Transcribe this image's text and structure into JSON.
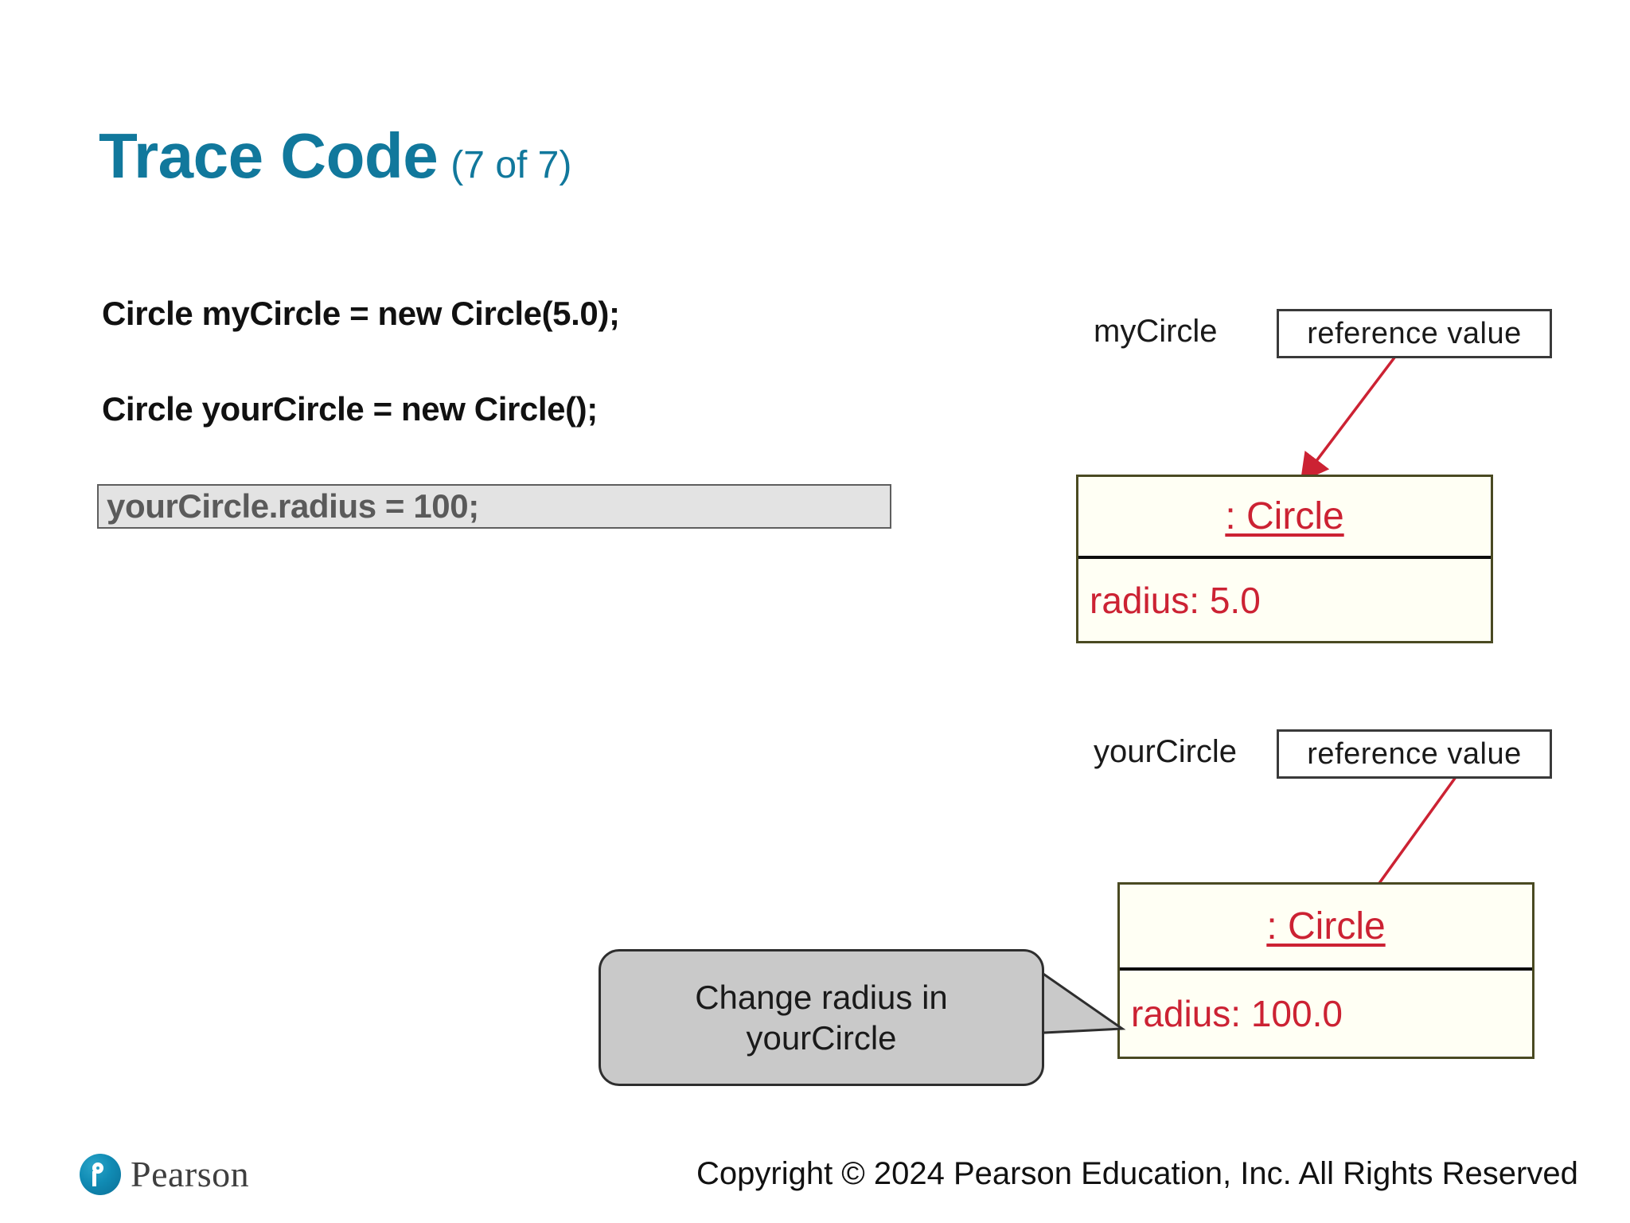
{
  "slide": {
    "title_main": "Trace Code",
    "title_sub": "(7 of 7)",
    "title_color": "#11789c"
  },
  "code": {
    "line1": "Circle myCircle = new Circle(5.0);",
    "line2": "Circle yourCircle = new Circle();",
    "line3_highlighted": "yourCircle.radius = 100;",
    "highlight_bg": "#e3e3e3",
    "highlight_border": "#5e5e5e",
    "highlight_text_color": "#5a5a5a"
  },
  "diagram": {
    "accent_red": "#cc2233",
    "object_border": "#4a4a22",
    "my": {
      "variable_label": "myCircle",
      "reference_box_text": "reference value",
      "object_title": ": Circle",
      "object_field": "radius: 5.0"
    },
    "your": {
      "variable_label": "yourCircle",
      "reference_box_text": "reference value",
      "object_title": ": Circle",
      "object_field": "radius: 100.0"
    }
  },
  "callout": {
    "line1": "Change radius in",
    "line2": "yourCircle",
    "bg": "#c9c9c9",
    "border": "#2e2e2e"
  },
  "footer": {
    "brand": "Pearson",
    "copyright": "Copyright © 2024 Pearson Education, Inc. All Rights Reserved"
  }
}
